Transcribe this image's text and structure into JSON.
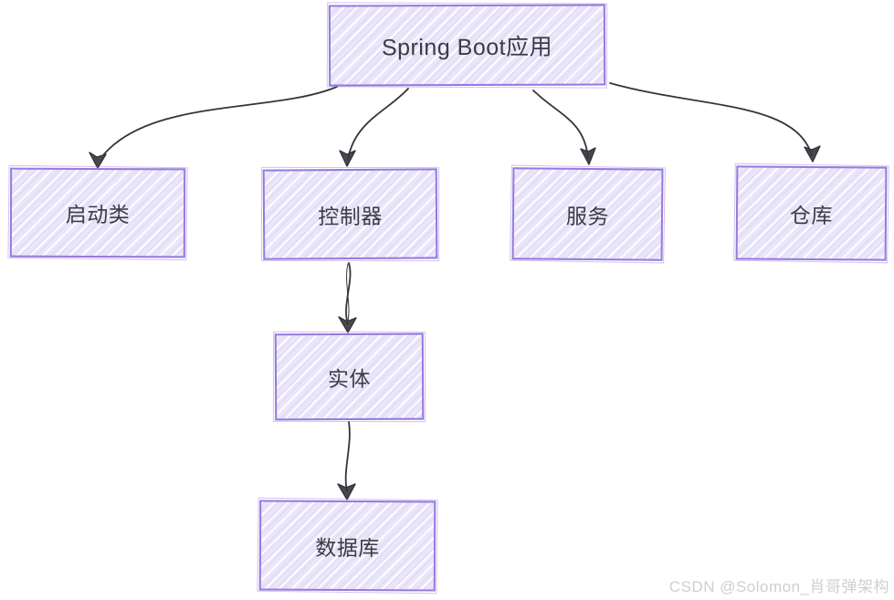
{
  "diagram": {
    "nodes": [
      {
        "id": "app",
        "label": "Spring Boot应用"
      },
      {
        "id": "starter",
        "label": "启动类"
      },
      {
        "id": "controller",
        "label": "控制器"
      },
      {
        "id": "service",
        "label": "服务"
      },
      {
        "id": "repository",
        "label": "仓库"
      },
      {
        "id": "entity",
        "label": "实体"
      },
      {
        "id": "database",
        "label": "数据库"
      }
    ],
    "edges": [
      {
        "from": "app",
        "to": "starter"
      },
      {
        "from": "app",
        "to": "controller"
      },
      {
        "from": "app",
        "to": "service"
      },
      {
        "from": "app",
        "to": "repository"
      },
      {
        "from": "controller",
        "to": "entity"
      },
      {
        "from": "entity",
        "to": "database"
      }
    ],
    "style": "hand-drawn-sketch"
  },
  "watermark": "CSDN @Solomon_肖哥弹架构",
  "colors": {
    "box_border": "#9678e0",
    "box_fill": "#eae6fa",
    "arrow": "#35343b",
    "text": "#3b3b44",
    "watermark": "#cfcfcf",
    "background": "#ffffff"
  }
}
